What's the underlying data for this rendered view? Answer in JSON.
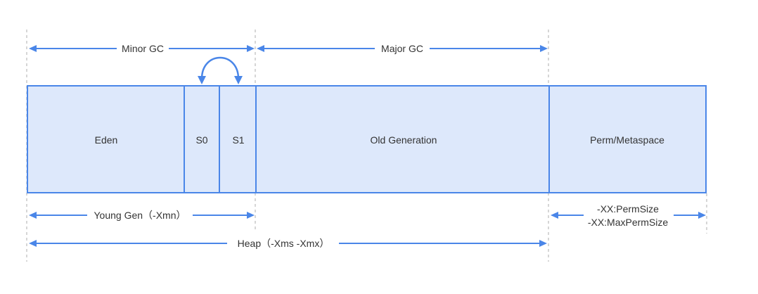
{
  "regions": {
    "eden": "Eden",
    "s0": "S0",
    "s1": "S1",
    "old_generation": "Old Generation",
    "perm_metaspace": "Perm/Metaspace"
  },
  "spans": {
    "minor_gc": "Minor GC",
    "major_gc": "Major GC",
    "young_gen": "Young Gen（-Xmn）",
    "heap": "Heap（-Xms -Xmx）",
    "perm_size": "-XX:PermSize",
    "max_perm_size": "-XX:MaxPermSize"
  },
  "colors": {
    "accent": "#4a86e8",
    "region_fill": "#dde8fb",
    "guide": "#c8c8c8",
    "text": "#333333"
  }
}
